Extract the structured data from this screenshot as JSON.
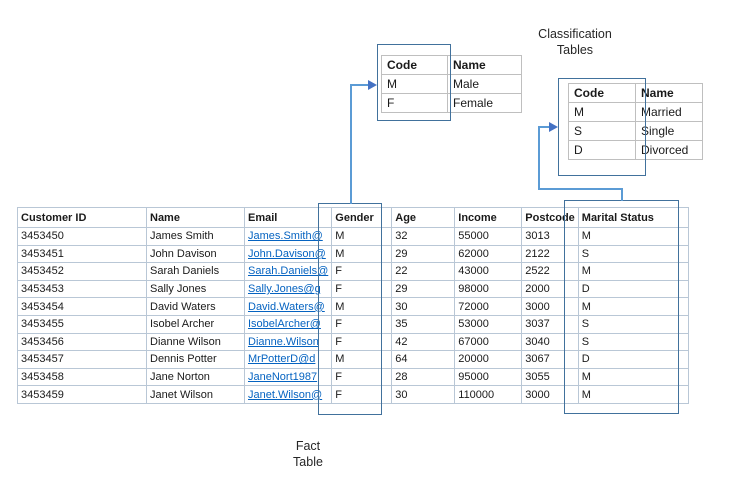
{
  "labels": {
    "classification_tables": "Classification Tables",
    "fact_table": "Fact Table"
  },
  "gender_table": {
    "headers": [
      "Code",
      "Name"
    ],
    "rows": [
      [
        "M",
        "Male"
      ],
      [
        "F",
        "Female"
      ]
    ]
  },
  "marital_table": {
    "headers": [
      "Code",
      "Name"
    ],
    "rows": [
      [
        "M",
        "Married"
      ],
      [
        "S",
        "Single"
      ],
      [
        "D",
        "Divorced"
      ]
    ]
  },
  "fact_table": {
    "headers": [
      "Customer ID",
      "Name",
      "Email",
      "Gender",
      "Age",
      "Income",
      "Postcode",
      "Marital Status"
    ],
    "rows": [
      [
        "3453450",
        "James Smith",
        "James.Smith@",
        "M",
        "32",
        "55000",
        "3013",
        "M"
      ],
      [
        "3453451",
        "John Davison",
        "John.Davison@",
        "M",
        "29",
        "62000",
        "2122",
        "S"
      ],
      [
        "3453452",
        "Sarah Daniels",
        "Sarah.Daniels@",
        "F",
        "22",
        "43000",
        "2522",
        "M"
      ],
      [
        "3453453",
        "Sally Jones",
        "Sally.Jones@g",
        "F",
        "29",
        "98000",
        "2000",
        "D"
      ],
      [
        "3453454",
        "David Waters",
        "David.Waters@",
        "M",
        "30",
        "72000",
        "3000",
        "M"
      ],
      [
        "3453455",
        "Isobel Archer",
        "IsobelArcher@",
        "F",
        "35",
        "53000",
        "3037",
        "S"
      ],
      [
        "3453456",
        "Dianne Wilson",
        "Dianne.Wilson",
        "F",
        "42",
        "67000",
        "3040",
        "S"
      ],
      [
        "3453457",
        "Dennis Potter",
        "MrPotterD@d",
        "M",
        "64",
        "20000",
        "3067",
        "D"
      ],
      [
        "3453458",
        "Jane Norton",
        "JaneNort1987",
        "F",
        "28",
        "95000",
        "3055",
        "M"
      ],
      [
        "3453459",
        "Janet Wilson",
        "Janet.Wilson@",
        "F",
        "30",
        "110000",
        "3000",
        "M"
      ]
    ]
  },
  "colors": {
    "highlight_box_blue": "#41719c",
    "connector_blue": "#5b9bd5",
    "arrowhead_blue": "#4472c4",
    "hyperlink_blue": "#0563c1",
    "fact_grid_border": "#b9c7d6",
    "code_grid_border": "#bfbfbf"
  }
}
